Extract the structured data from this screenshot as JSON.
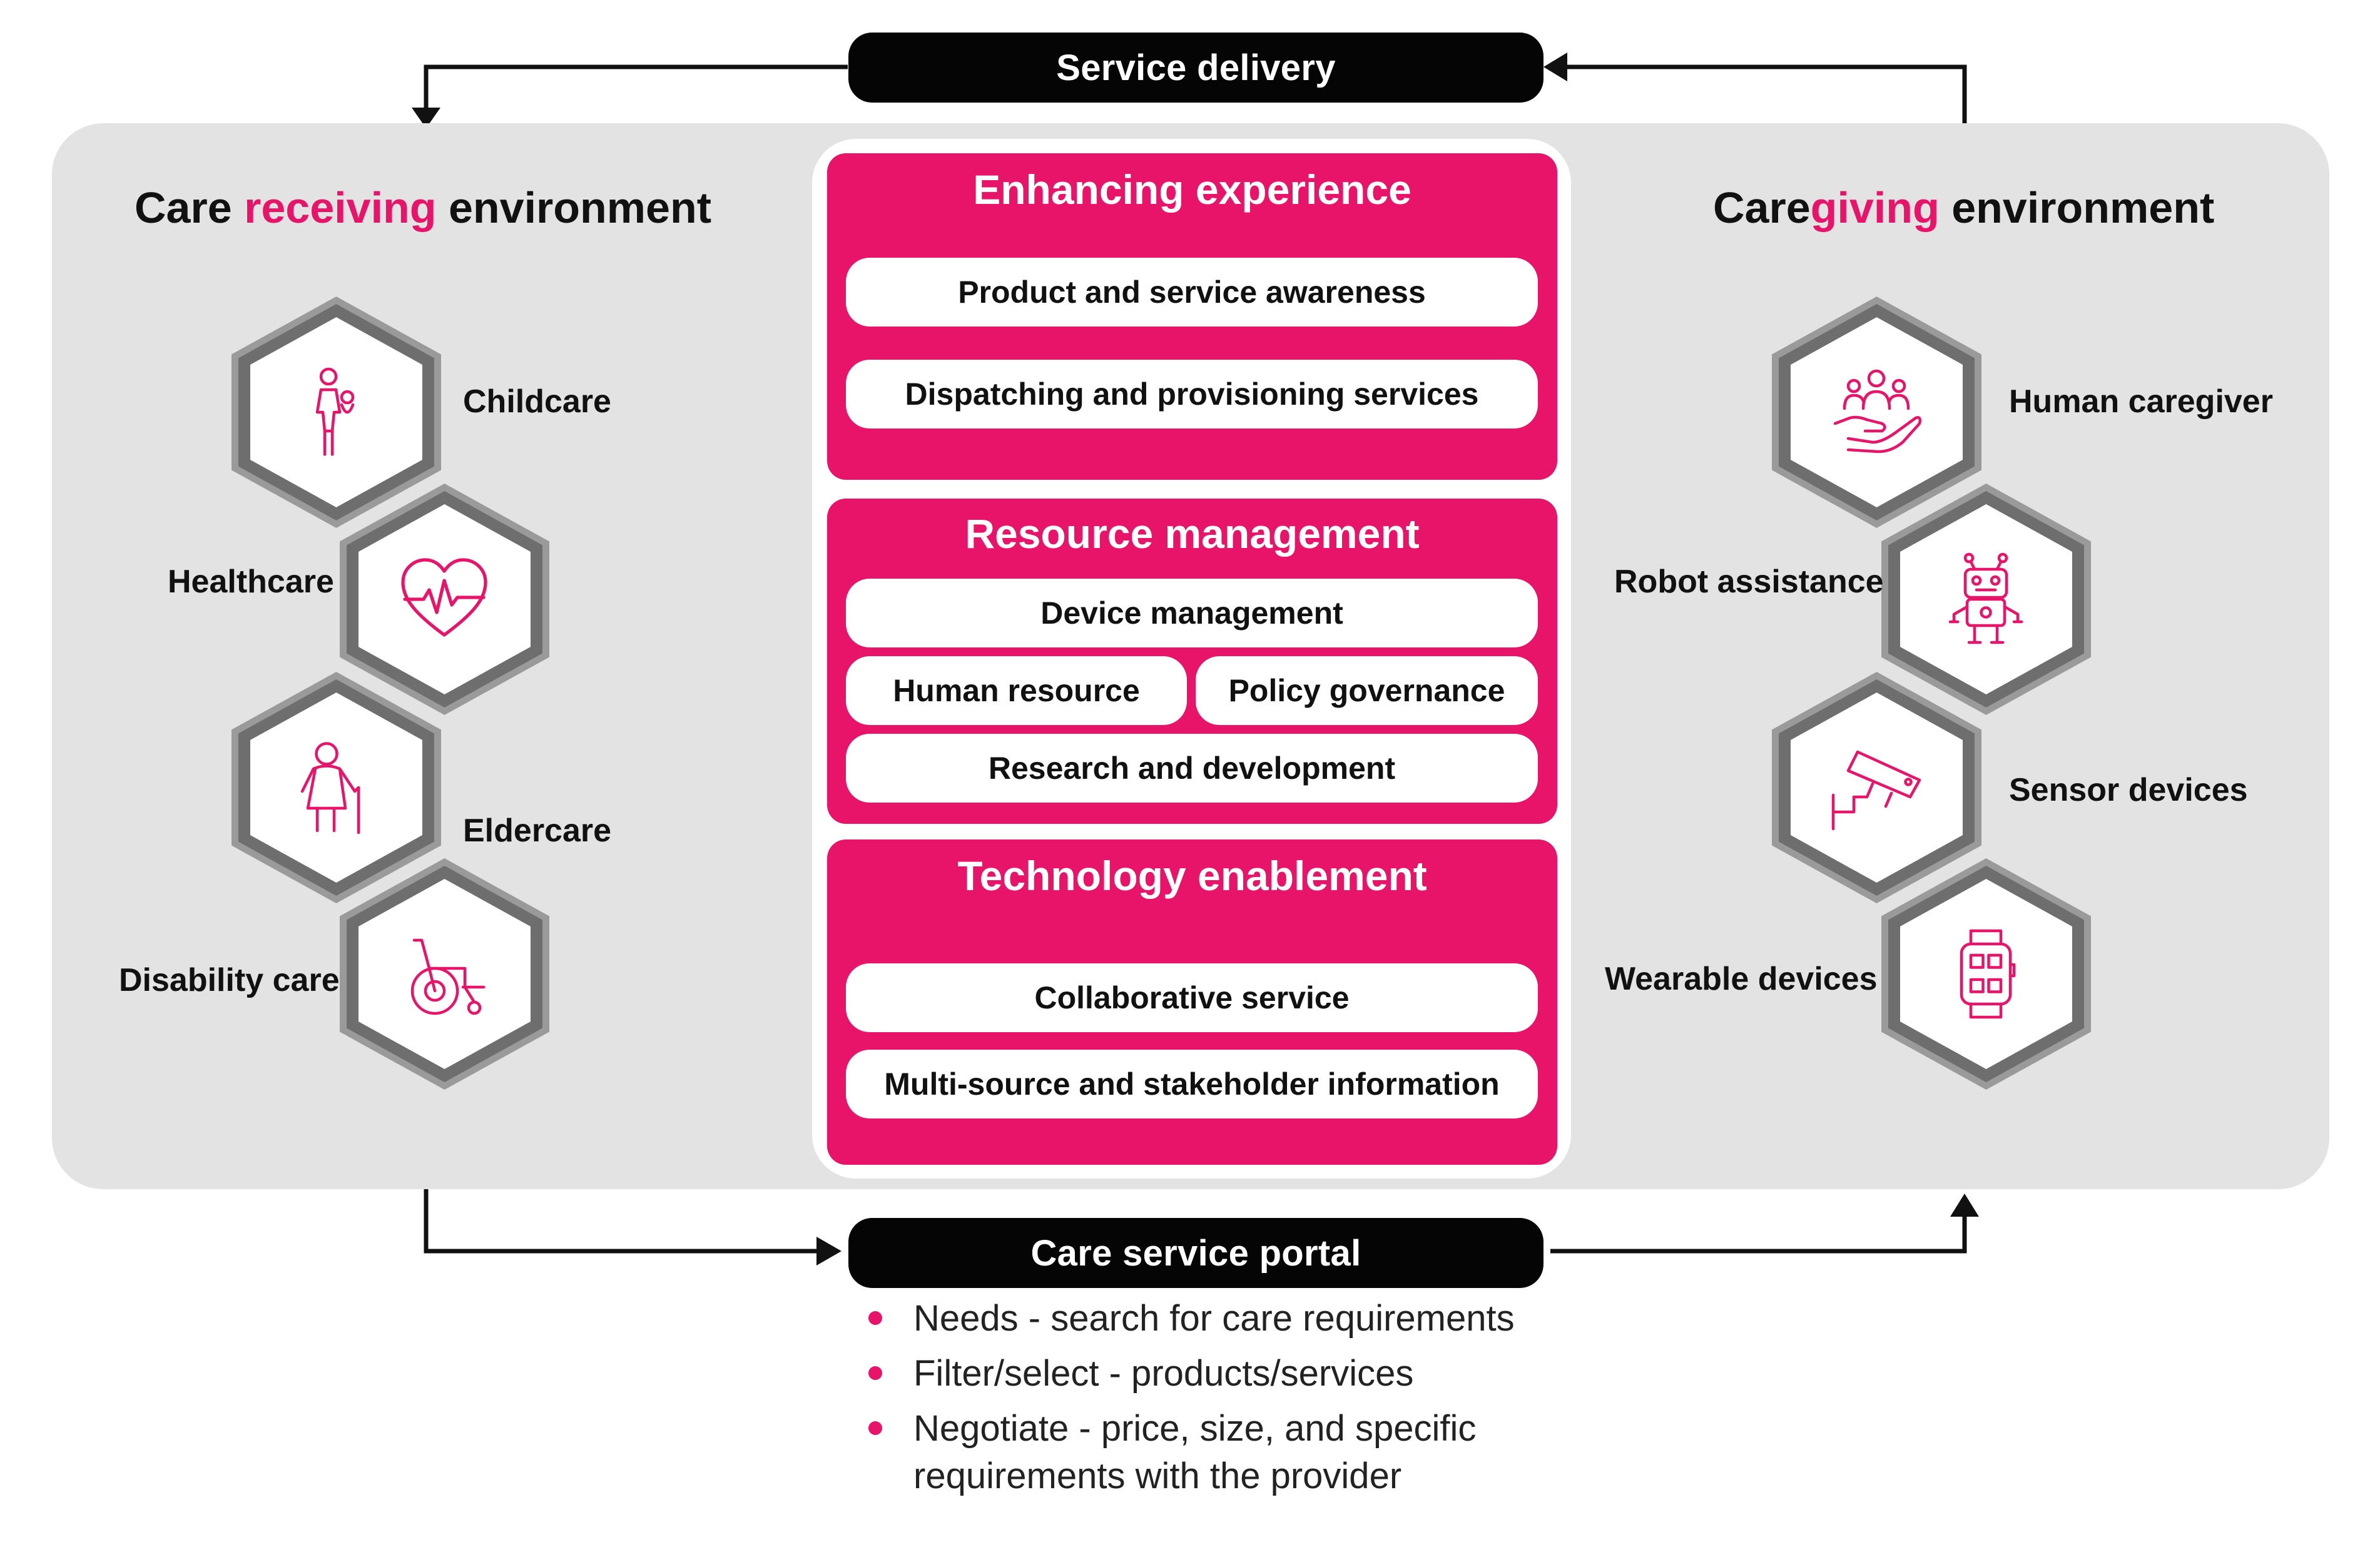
{
  "colors": {
    "accent": "#e8146a",
    "panel_bg": "#e3e3e3",
    "pill_dark": "#050505",
    "hex_rim": "#8a8a8a"
  },
  "top_flow": {
    "label": "Service delivery"
  },
  "bottom_flow": {
    "label": "Care service portal"
  },
  "left_env": {
    "title_pre": "Care ",
    "title_highlight": "receiving",
    "title_post": " environment",
    "items": [
      {
        "label": "Childcare",
        "icon": "child-with-adult-icon"
      },
      {
        "label": "Healthcare",
        "icon": "heart-pulse-icon"
      },
      {
        "label": "Eldercare",
        "icon": "elderly-person-cane-icon"
      },
      {
        "label": "Disability care",
        "icon": "wheelchair-icon"
      }
    ]
  },
  "right_env": {
    "title_pre": "Care",
    "title_highlight": "giving",
    "title_post": " environment",
    "items": [
      {
        "label": "Human caregiver",
        "icon": "caring-hand-people-icon"
      },
      {
        "label": "Robot assistance",
        "icon": "robot-icon"
      },
      {
        "label": "Sensor devices",
        "icon": "security-camera-icon"
      },
      {
        "label": "Wearable devices",
        "icon": "smartwatch-icon"
      }
    ]
  },
  "center": {
    "enhancing": {
      "title": "Enhancing experience",
      "items": [
        "Product and service awareness",
        "Dispatching and provisioning services"
      ]
    },
    "resource": {
      "title": "Resource management",
      "device": "Device management",
      "human": "Human resource",
      "policy": "Policy governance",
      "research": "Research and development"
    },
    "technology": {
      "title": "Technology enablement",
      "items": [
        "Collaborative service",
        "Multi-source and stakeholder information"
      ]
    }
  },
  "portal_bullets": [
    "Needs - search for care requirements",
    "Filter/select - products/services",
    "Negotiate - price, size, and specific requirements with the provider"
  ]
}
